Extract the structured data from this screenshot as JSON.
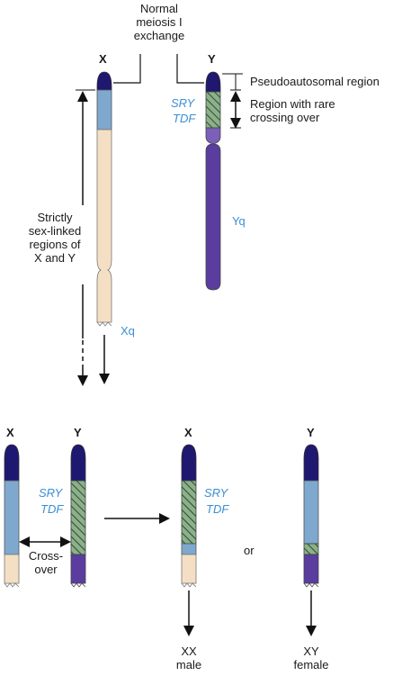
{
  "colors": {
    "telomere": "#1f1870",
    "x_blue": "#7fa8cf",
    "x_beige": "#f5dfc4",
    "y_purple": "#5a3d9e",
    "y_light": "#7b5fb8",
    "hatch_green": "#8bb08a",
    "hatch_line": "#2f4a2f",
    "label_blue": "#3a8fd6",
    "outline": "#555555"
  },
  "top": {
    "exchange_label": [
      "Normal",
      "meiosis I",
      "exchange"
    ],
    "x_label": "X",
    "y_label": "Y",
    "pseudoautosomal": "Pseudoautosomal region",
    "rare_crossing": [
      "Region with rare",
      "crossing over"
    ],
    "sry": "SRY",
    "tdf": "TDF",
    "strictly": [
      "Strictly",
      "sex-linked",
      "regions of",
      "X and Y"
    ],
    "yq": "Yq",
    "xq": "Xq"
  },
  "bottom": {
    "x1_label": "X",
    "y1_label": "Y",
    "sry1": "SRY",
    "tdf1": "TDF",
    "crossover": [
      "Cross-",
      "over"
    ],
    "x2_label": "X",
    "sry2": "SRY",
    "tdf2": "TDF",
    "or": "or",
    "y2_label": "Y",
    "result_xx": [
      "XX",
      "male"
    ],
    "result_xy": [
      "XY",
      "female"
    ]
  }
}
